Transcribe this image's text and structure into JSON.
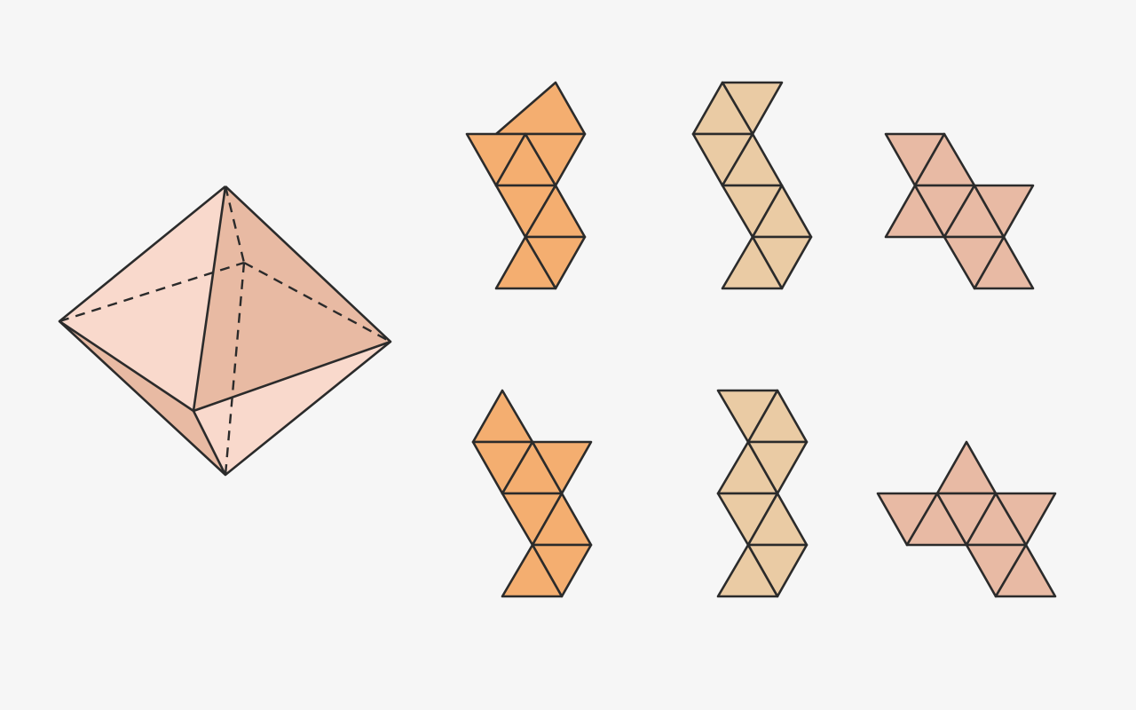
{
  "colors": {
    "background": "#f6f6f6",
    "stroke": "#2b2b2b",
    "octahedron_light": "#f9d9cc",
    "octahedron_shaded": "#e8baa3",
    "net_orange": "#f4ae70",
    "net_tan": "#eacba4",
    "net_pink": "#e8baa4"
  },
  "diagram": {
    "solid": {
      "name": "octahedron",
      "faces": 8,
      "hidden_edges_style": "dashed"
    },
    "nets": [
      {
        "id": "net-1",
        "faces": 8,
        "color_key": "net_orange"
      },
      {
        "id": "net-2",
        "faces": 8,
        "color_key": "net_tan"
      },
      {
        "id": "net-3",
        "faces": 8,
        "color_key": "net_pink"
      },
      {
        "id": "net-4",
        "faces": 8,
        "color_key": "net_orange"
      },
      {
        "id": "net-5",
        "faces": 8,
        "color_key": "net_tan"
      },
      {
        "id": "net-6",
        "faces": 8,
        "color_key": "net_pink"
      }
    ]
  }
}
